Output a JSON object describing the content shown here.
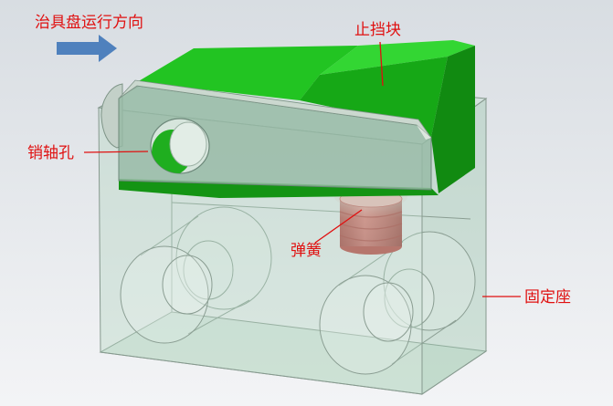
{
  "direction": {
    "label": "治具盘运行方向",
    "icon": "arrow-right-icon"
  },
  "labels": {
    "stop_block": "止挡块",
    "pin_hole": "销轴孔",
    "spring": "弹簧",
    "fixed_seat": "固定座"
  },
  "colors": {
    "label_text": "#e01010",
    "direction_arrow": "#4f81bd",
    "stop_block": "#22c422",
    "spring": "#d65552",
    "base_translucent": "#b5d6c2"
  }
}
